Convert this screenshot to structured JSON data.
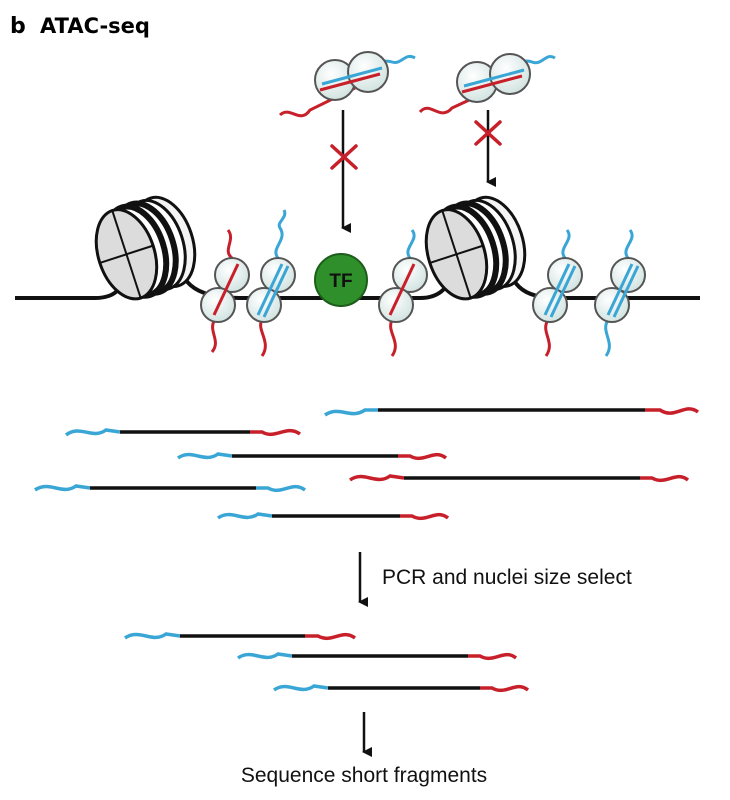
{
  "panel": {
    "letter": "b",
    "title": "ATAC-seq"
  },
  "labels": {
    "tf": "TF",
    "step1": "PCR and nuclei size select",
    "step2": "Sequence short fragments"
  },
  "colors": {
    "dna": "#111111",
    "adapter_blue": "#3aa6d6",
    "adapter_red": "#c8202a",
    "tf_fill": "#2f8f2a",
    "block_x": "#c8202a",
    "bead_fill": "#e6f1ef"
  },
  "icons": [
    "nucleosome-icon",
    "tn5-transposase-icon",
    "blocked-x-icon",
    "tf-icon",
    "arrow-down-icon"
  ]
}
